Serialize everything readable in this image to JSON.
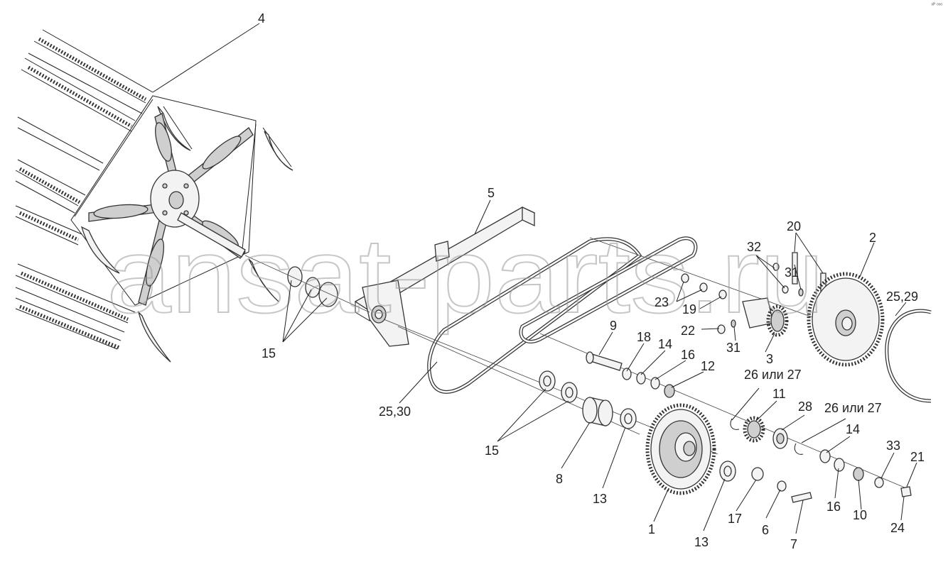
{
  "corner_mark": "ᵒᴾ ᵒᵒᵒ",
  "watermark": "ansat-parts.ru",
  "callouts": {
    "c1": "1",
    "c2": "2",
    "c3": "3",
    "c4": "4",
    "c5": "5",
    "c6": "6",
    "c7": "7",
    "c8": "8",
    "c9": "9",
    "c10": "10",
    "c11": "11",
    "c12": "12",
    "c13a": "13",
    "c13b": "13",
    "c14a": "14",
    "c14b": "14",
    "c15a": "15",
    "c15b": "15",
    "c16a": "16",
    "c16b": "16",
    "c17": "17",
    "c18": "18",
    "c19": "19",
    "c20": "20",
    "c21": "21",
    "c22": "22",
    "c23": "23",
    "c24": "24",
    "c25_29": "25,29",
    "c25_30": "25,30",
    "c26a": "26 или 27",
    "c26b": "26 или 27",
    "c28": "28",
    "c31a": "31",
    "c31b": "31",
    "c32": "32",
    "c33": "33"
  }
}
